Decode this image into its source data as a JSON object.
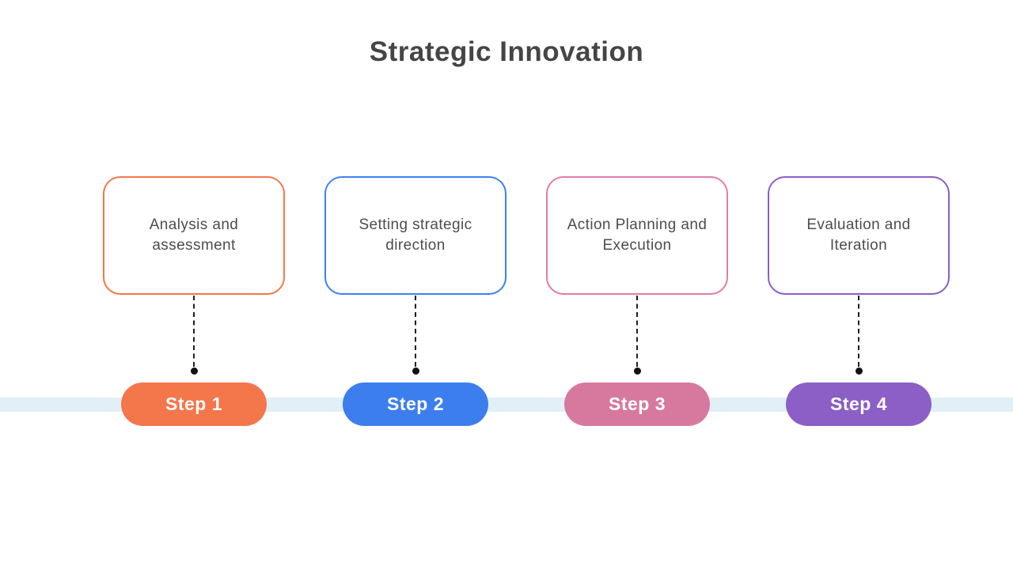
{
  "title": {
    "text": "Strategic Innovation",
    "color": "#454545"
  },
  "timeline": {
    "band_color": "#E1EFF7"
  },
  "connector": {
    "line_color": "#1F1F1F",
    "dot_color": "#111111"
  },
  "card_text_color": "#4D4D4D",
  "step_text_color": "#FFFFFF",
  "steps": [
    {
      "card_label": "Analysis and assessment",
      "step_label": "Step 1",
      "border_color": "#F4764B",
      "fill_color": "#F4764B"
    },
    {
      "card_label": "Setting strategic direction",
      "step_label": "Step 2",
      "border_color": "#3D82F0",
      "fill_color": "#3C7EEE"
    },
    {
      "card_label": "Action Planning and Execution",
      "step_label": "Step 3",
      "border_color": "#E07DA5",
      "fill_color": "#D7799F"
    },
    {
      "card_label": "Evaluation and Iteration",
      "step_label": "Step 4",
      "border_color": "#8A5EC6",
      "fill_color": "#8B5FC5"
    }
  ]
}
